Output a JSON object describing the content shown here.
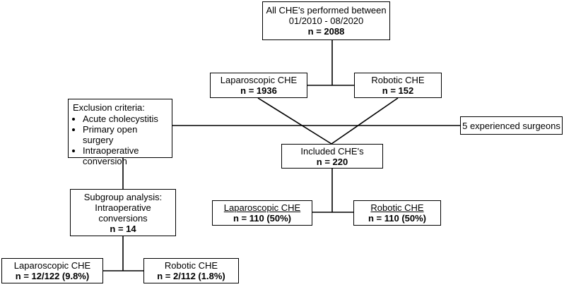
{
  "boxes": {
    "all": {
      "line1": "All CHE's performed between",
      "line2": "01/2010 - 08/2020",
      "n": "n = 2088"
    },
    "lap": {
      "label": "Laparoscopic CHE",
      "n": "n = 1936"
    },
    "rob": {
      "label": "Robotic CHE",
      "n": "n = 152"
    },
    "excl": {
      "title": "Exclusion criteria:",
      "items": [
        "Acute cholecystitis",
        "Primary open surgery",
        "Intraoperative conversion"
      ]
    },
    "surgeons": {
      "label": "5 experienced surgeons"
    },
    "included": {
      "label": "Included CHE's",
      "n": "n = 220"
    },
    "lap_incl": {
      "label": "Laparoscopic CHE",
      "n": "n = 110 (50%)"
    },
    "rob_incl": {
      "label": "Robotic CHE",
      "n": "n = 110 (50%)"
    },
    "subgroup": {
      "line1": "Subgroup analysis:",
      "line2": "Intraoperative",
      "line3": "conversions",
      "n": "n = 14"
    },
    "lap_conv": {
      "label": "Laparoscopic CHE",
      "n": "n = 12/122 (9.8%)"
    },
    "rob_conv": {
      "label": "Robotic CHE",
      "n": "n = 2/112 (1.8%)"
    }
  }
}
